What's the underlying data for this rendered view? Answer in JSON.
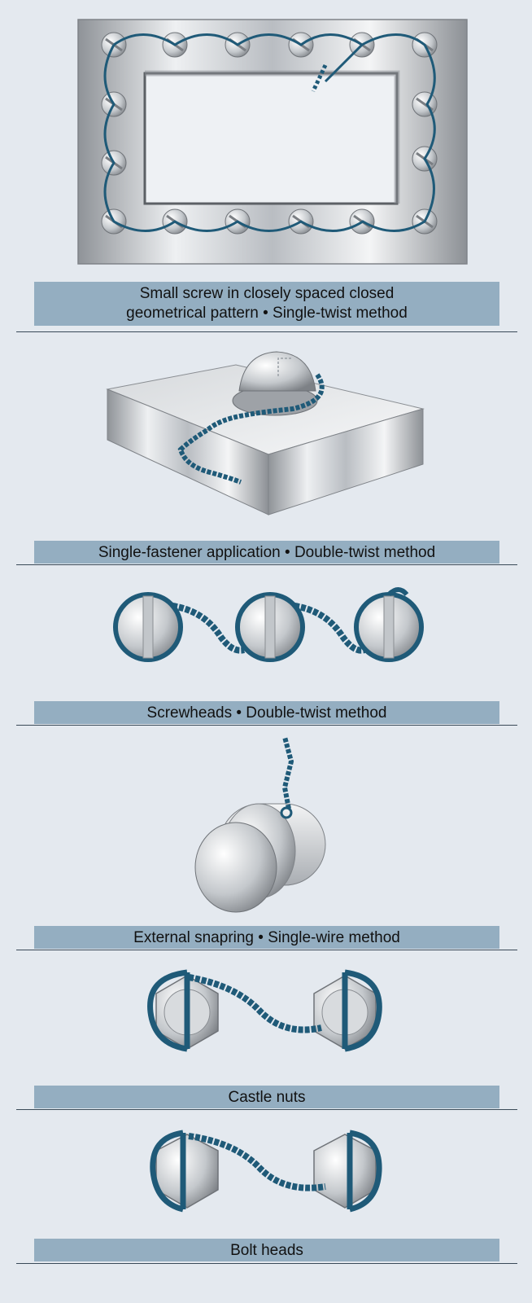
{
  "figure": {
    "panels": [
      {
        "caption": "Small screw in closely spaced closed geometrical pattern • Single-twist method",
        "caption_line1": "Small screw in closely spaced closed",
        "caption_line2": "geometrical pattern • Single-twist method"
      },
      {
        "caption": "Single-fastener application • Double-twist method"
      },
      {
        "caption": "Screwheads • Double-twist method"
      },
      {
        "caption": "External snapring • Single-wire method"
      },
      {
        "caption": "Castle nuts"
      },
      {
        "caption": "Bolt heads"
      }
    ]
  },
  "colors": {
    "background": "#e4e9ef",
    "caption_band": "#94aec1",
    "safety_wire": "#1f5a78",
    "metal": "#c9cdd2"
  }
}
